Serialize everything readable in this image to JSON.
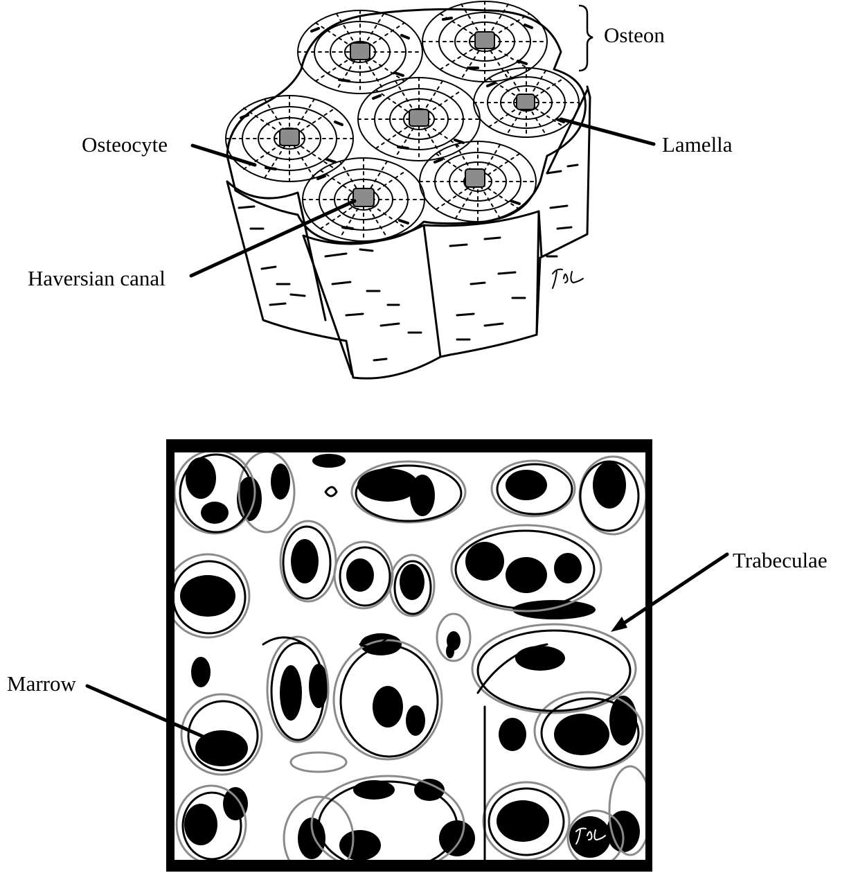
{
  "labels": {
    "osteon": "Osteon",
    "osteocyte": "Osteocyte",
    "lamella": "Lamella",
    "haversian_canal": "Haversian canal",
    "trabeculae": "Trabeculae",
    "marrow": "Marrow"
  },
  "colors": {
    "ink": "#000000",
    "canal": "#8c8c8c",
    "trabecula_outline": "#8a8a8a",
    "background": "#ffffff"
  },
  "icons": [
    "artist-signature-icon"
  ]
}
